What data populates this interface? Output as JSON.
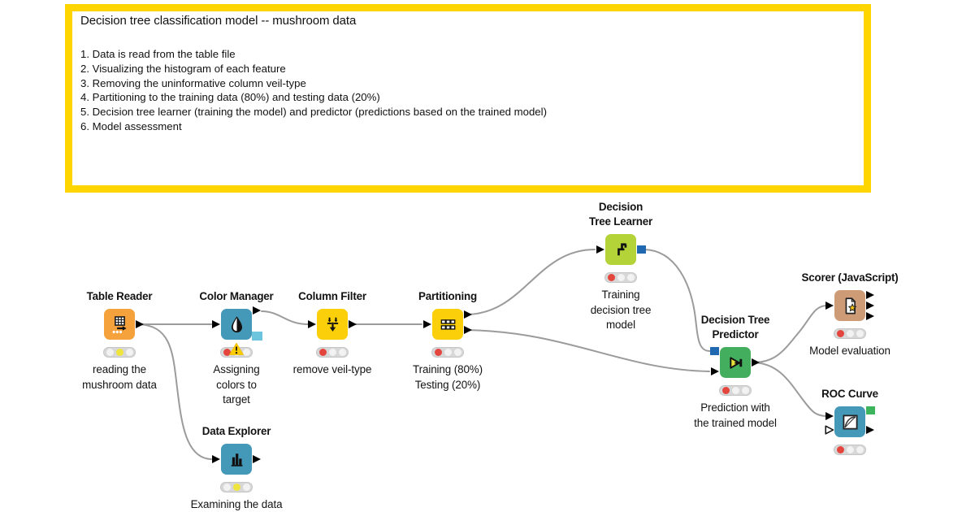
{
  "annotation": {
    "title": "Decision tree classification model -- mushroom data",
    "items": [
      "1. Data is read from the table file",
      "2. Visualizing the histogram of each feature",
      "3. Removing the uninformative column veil-type",
      "4. Partitioning to the training data (80%) and testing data (20%)",
      "5. Decision tree learner (training the model) and predictor (predictions based on the trained model)",
      "6. Model assessment"
    ],
    "border_color": "#FFD500"
  },
  "nodes": [
    {
      "id": "table-reader",
      "label": "Table Reader",
      "caption": "reading the\nmushroom data",
      "color": "#F6A23C",
      "status_light": "yellow",
      "icon": "table-reader-icon"
    },
    {
      "id": "color-manager",
      "label": "Color Manager",
      "caption": "Assigning\ncolors to\ntarget",
      "color": "#4498B8",
      "status_light": "red",
      "warning": true,
      "icon": "color-droplet-icon"
    },
    {
      "id": "column-filter",
      "label": "Column Filter",
      "caption": "remove veil-type",
      "color": "#FBCF09",
      "status_light": "red",
      "icon": "column-filter-icon"
    },
    {
      "id": "partitioning",
      "label": "Partitioning",
      "caption": "Training (80%)\nTesting (20%)",
      "color": "#FBCF09",
      "status_light": "red",
      "icon": "partition-grid-icon"
    },
    {
      "id": "decision-tree-learner",
      "label": "Decision\nTree Learner",
      "caption": "Training\ndecision tree\nmodel",
      "color": "#B4D338",
      "status_light": "red",
      "icon": "decision-tree-icon"
    },
    {
      "id": "decision-tree-predictor",
      "label": "Decision Tree\nPredictor",
      "caption": "Prediction with\nthe trained model",
      "color": "#43AF5E",
      "status_light": "red",
      "icon": "predictor-play-icon"
    },
    {
      "id": "scorer-javascript",
      "label": "Scorer (JavaScript)",
      "caption": "Model evaluation",
      "color": "#CE9B77",
      "status_light": "red",
      "icon": "scorer-document-star-icon"
    },
    {
      "id": "roc-curve",
      "label": "ROC Curve",
      "caption": "",
      "color": "#4498B8",
      "status_light": "red",
      "icon": "roc-curve-icon"
    },
    {
      "id": "data-explorer",
      "label": "Data Explorer",
      "caption": "Examining the data",
      "color": "#4498B8",
      "status_light": "yellow",
      "icon": "histogram-icon"
    }
  ],
  "status_colors": {
    "red": "#E4453C",
    "yellow": "#F0E53C",
    "off": "#F2F2F2"
  },
  "port_colors": {
    "data_port": "#000000",
    "model_port": "#2068B0",
    "color_model_port": "#6CC5DC",
    "image_port": "#3CB45B"
  },
  "wire_color": "#9B9B9B"
}
